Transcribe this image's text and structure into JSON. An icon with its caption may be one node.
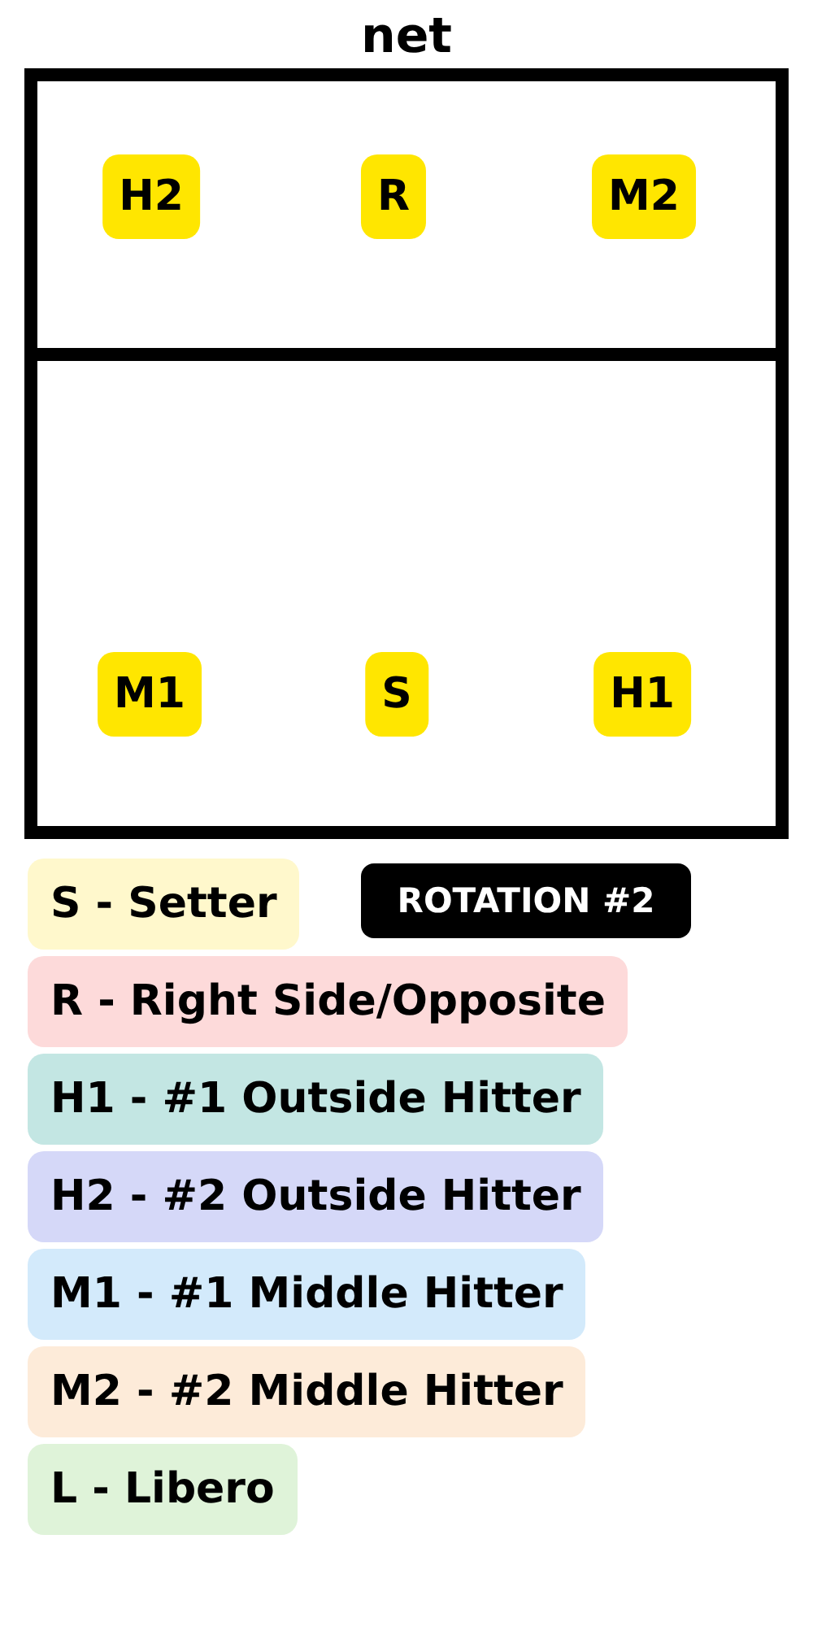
{
  "diagram": {
    "nodes": [
      {
        "text": [
          "net"
        ]
      },
      {
        "text": [
          "H2"
        ],
        "in": 0
      },
      {
        "text": [
          "R"
        ],
        "in": 0
      },
      {
        "text": [
          "M2"
        ],
        "in": 0
      },
      {
        "text": [
          "M1"
        ],
        "in": 0
      },
      {
        "text": [
          "S"
        ],
        "in": 0
      },
      {
        "text": [
          "H1"
        ],
        "in": 0
      }
    ],
    "edges": [],
    "labels": [
      "ROTATION #2"
    ],
    "legend": [
      {
        "text": "S - Setter",
        "color": "#fff8cc"
      },
      {
        "text": "R - Right Side/Opposite",
        "color": "#fddada"
      },
      {
        "text": "H1 - #1 Outside Hitter",
        "color": "#c3e6e3"
      },
      {
        "text": "H2 - #2 Outside Hitter",
        "color": "#d5d8f8"
      },
      {
        "text": "M1 - #1 Middle Hitter",
        "color": "#d3eafb"
      },
      {
        "text": "M2 - #2 Middle Hitter",
        "color": "#fdebd9"
      },
      {
        "text": "L - Libero",
        "color": "#dff3d9"
      }
    ]
  }
}
